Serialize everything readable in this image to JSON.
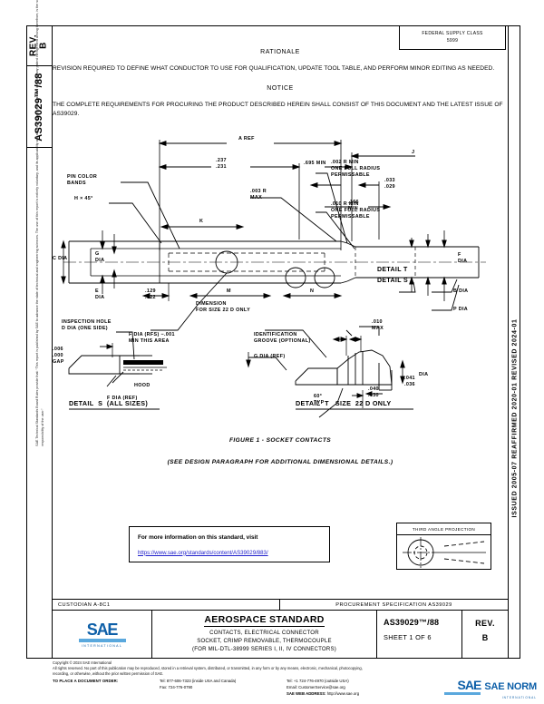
{
  "header": {
    "fsc_line1": "FEDERAL SUPPLY CLASS",
    "fsc_line2": "5999"
  },
  "left_margin": {
    "rev_label": "REV.",
    "rev_value": "B",
    "doc_number": "AS39029™/88",
    "legal_text": "SAE Technical Standards Board Rules provide that: “This report is published by SAE to advance the state of technical and engineering sciences.  The use of this report is entirely voluntary, and its applicability and suitability for any particular use, including any patent infringement arising therefrom, is the sole responsibility of the user.”"
  },
  "right_margin": {
    "revision_history": "ISSUED 2005-07    REAFFIRMED 2020-01    REVISED 2024-01"
  },
  "rationale": {
    "heading": "RATIONALE",
    "body": "REVISION REQUIRED TO DEFINE WHAT CONDUCTOR TO USE FOR QUALIFICATION, UPDATE TOOL TABLE, AND PERFORM MINOR EDITING AS NEEDED."
  },
  "notice": {
    "heading": "NOTICE",
    "body": "THE COMPLETE REQUIREMENTS FOR PROCURING THE PRODUCT DESCRIBED HEREIN SHALL CONSIST OF THIS DOCUMENT AND THE LATEST ISSUE OF AS39029."
  },
  "drawing": {
    "figure_caption": "FIGURE 1 - SOCKET CONTACTS",
    "figure_note": "(SEE DESIGN PARAGRAPH FOR ADDITIONAL DIMENSIONAL DETAILS.)",
    "labels": {
      "a_ref": "A REF",
      "j": "J",
      "pin_color_bands": "PIN COLOR\nBANDS",
      "dim_237_231": ".237\n.231",
      "dim_695_min": ".695 MIN",
      "dim_033_029": ".033\n.029",
      "dim_003r_max": ".003 R\nMAX",
      "dim_166_min": ".166\nMIN",
      "h_45": "H × 45°",
      "k": "K",
      "c_dia": "C DIA",
      "g_dia": "G\nDIA",
      "e_dia": "E\nDIA",
      "dim_129_122": ".129\n.122",
      "m": "M",
      "n": "N",
      "b_dia": "B DIA",
      "p_dia": "P DIA",
      "detail_u": "DETAIL T",
      "detail_s_ref": "DETAIL S",
      "r002_min": ".002 R MIN\nONE FULL RADIUS\nPERMISSABLE",
      "r010_min": ".010 R MIN\nONE FULL RADIUS\nPERMISSABLE",
      "f_dia": "F\nDIA",
      "inspection_hole": "INSPECTION HOLE\nD DIA (ONE SIDE)",
      "dimension_size22d": "DIMENSION\nFOR SIZE 22 D ONLY",
      "f_dia_rfs": "F DIA (RFS) −.001\nMIN THIS AREA",
      "gap_006_000": ".006\n.000\nGAP",
      "hood": "HOOD",
      "f_dia_ref": "F DIA (REF)",
      "detail_s_title": "DETAIL  S  (ALL SIZES)",
      "ident_groove": "IDENTIFICATION\nGROOVE (OPTIONAL)",
      "g_dia_ref": "G DIA (REF)",
      "dim_010_max": ".010\nMAX",
      "dim_041_036_dia": ".041\n.036",
      "dia_word": "DIA",
      "dim_040_030": ".040\n.030",
      "angle_60_typ": "60°\nTYP",
      "detail_t_title": "DETAIL  T   SIZE  22 D ONLY"
    }
  },
  "info_box": {
    "line1": "For more information on this standard, visit",
    "url": "https://www.sae.org/standards/content/AS39029/883/"
  },
  "projection_box": {
    "caption": "THIRD ANGLE PROJECTION"
  },
  "title_block": {
    "custodian": "CUSTODIAN  A-8C1",
    "procurement": "PROCUREMENT SPECIFICATION AS39029",
    "standard_title": "AEROSPACE STANDARD",
    "subtitle_line1": "CONTACTS, ELECTRICAL CONNECTOR",
    "subtitle_line2": "SOCKET, CRIMP REMOVABLE, THERMOCOUPLE",
    "subtitle_line3": "(FOR MIL-DTL-38999 SERIES I, II, IV CONNECTORS)",
    "doc_number": "AS39029™/88",
    "sheet": "SHEET 1 OF 6",
    "rev_label": "REV.",
    "rev_value": "B",
    "logo_word": "SAE",
    "logo_sub": "INTERNATIONAL"
  },
  "footer": {
    "copyright": "Copyright © 2024 SAE International",
    "rights_line1": "All rights reserved.  No part of this publication may be reproduced, stored in a retrieval system, distributed, or transmitted, in any form or by any means, electronic, mechanical, photocopying,",
    "rights_line2": "recording, or otherwise, without the prior written permission of SAE.",
    "order_label": "TO PLACE A DOCUMENT ORDER:",
    "tel_us": "Tel:   877-606-7323 (inside USA and Canada)",
    "fax_us": "Fax:  724-776-0790",
    "tel_intl": "Tel:   +1 724-776-4970 (outside USA)",
    "email": "Email: CustomerService@sae.org",
    "web_label": "SAE WEB ADDRESS:",
    "web_url": "http://www.sae.org",
    "logo_word": "SAE",
    "logo_name": "SAE NORM",
    "logo_sub": "INTERNATIONAL"
  }
}
